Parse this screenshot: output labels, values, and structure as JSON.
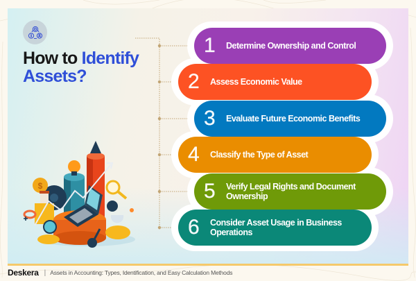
{
  "header": {
    "icon": "assets-network-icon",
    "title_part1": "How to ",
    "title_part2": "Identify",
    "title_line2": "Assets?"
  },
  "steps": [
    {
      "number": "1",
      "label": "Determine Ownership and Control",
      "color": "#9a3fb5"
    },
    {
      "number": "2",
      "label": "Assess Economic Value",
      "color": "#fd5223"
    },
    {
      "number": "3",
      "label": "Evaluate Future Economic Benefits",
      "color": "#0279c0"
    },
    {
      "number": "4",
      "label": "Classify the Type of Asset",
      "color": "#ea8d00"
    },
    {
      "number": "5",
      "label": "Verify Legal Rights and Document Ownership",
      "color": "#6f9a08"
    },
    {
      "number": "6",
      "label": "Consider Asset Usage in Business Operations",
      "color": "#0b8878"
    }
  ],
  "illustration": {
    "icon": "business-growth-gears-illustration"
  },
  "footer": {
    "brand": "Deskera",
    "separator": "|",
    "subtitle": "Assets in Accounting: Types, Identification, and Easy Calculation Methods"
  },
  "colors": {
    "title_dark": "#171717",
    "title_blue": "#2f4fd8",
    "connector": "#c2a574",
    "card_border": "#f5c96b"
  }
}
